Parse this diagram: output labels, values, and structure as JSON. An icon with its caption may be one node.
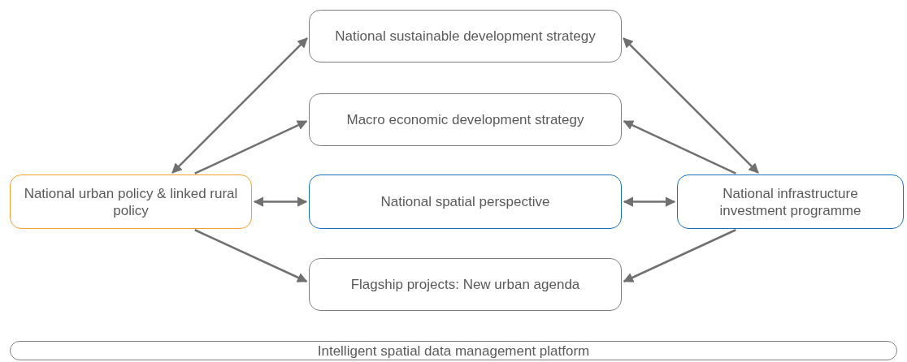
{
  "diagram": {
    "nodes": [
      {
        "text": [
          "National sustainable development strategy"
        ]
      },
      {
        "text": [
          "Macro economic development strategy"
        ]
      },
      {
        "text": [
          "National urban policy & linked rural policy"
        ]
      },
      {
        "text": [
          "National spatial perspective"
        ]
      },
      {
        "text": [
          "National infrastructure investment programme"
        ]
      },
      {
        "text": [
          "Flagship projects: New urban agenda"
        ]
      },
      {
        "text": [
          "Intelligent spatial data management platform"
        ]
      }
    ],
    "edges": [
      {
        "from": 2,
        "to": 0,
        "arrow": "both"
      },
      {
        "from": 2,
        "to": 1,
        "arrow": "to"
      },
      {
        "from": 2,
        "to": 3,
        "arrow": "both"
      },
      {
        "from": 2,
        "to": 5,
        "arrow": "to"
      },
      {
        "from": 4,
        "to": 0,
        "arrow": "both"
      },
      {
        "from": 4,
        "to": 1,
        "arrow": "to"
      },
      {
        "from": 3,
        "to": 4,
        "arrow": "both"
      },
      {
        "from": 4,
        "to": 5,
        "arrow": "to"
      }
    ]
  }
}
